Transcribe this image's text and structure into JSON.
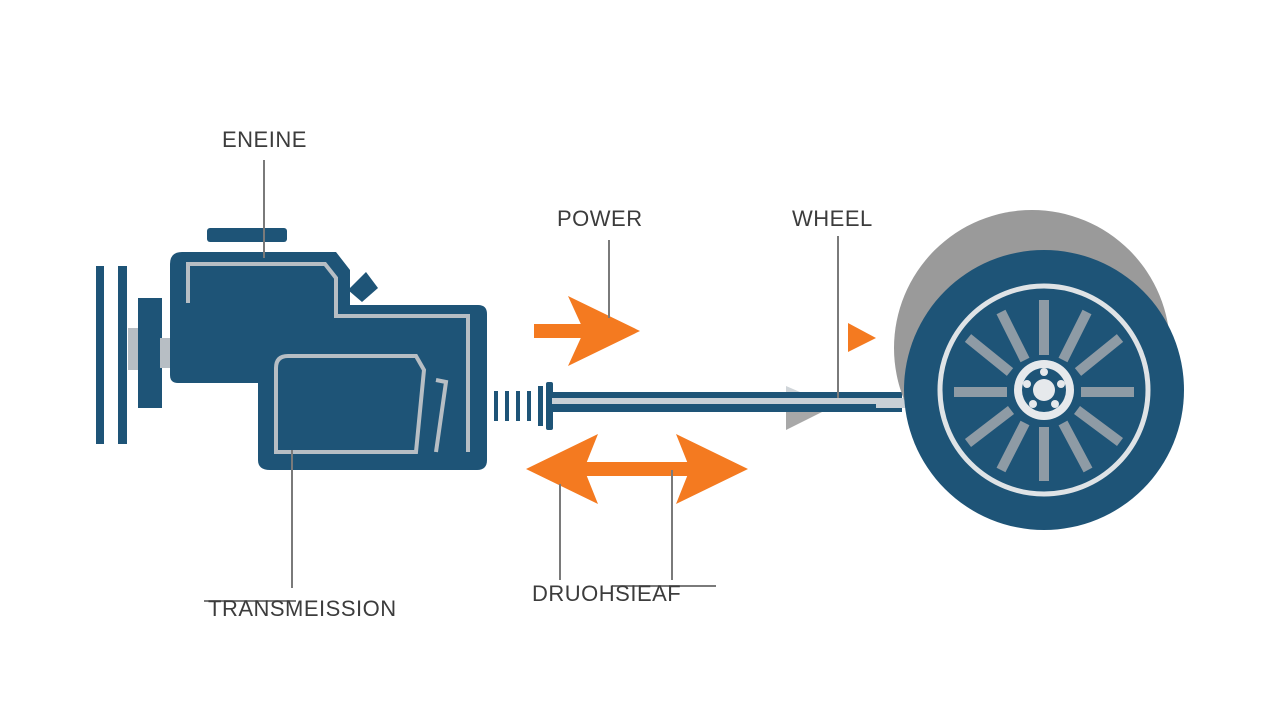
{
  "labels": {
    "engine": "ENEINE",
    "power": "POWER",
    "wheel": "WHEEL",
    "transmission": "TRANSMEISSION",
    "driveshaft": "DRUOHSIEAF"
  },
  "colors": {
    "navy": "#1e5477",
    "orange": "#f47a20",
    "gray": "#9a9a9a",
    "light": "#b7bec4",
    "text": "#3c3c3c",
    "background": "#ffffff"
  },
  "icons": {
    "engine": "engine-block",
    "transmission": "transmission-housing",
    "wheel": "wheel-with-spokes",
    "power-arrow": "right-arrow",
    "driveshaft-arrow": "double-headed-arrow"
  }
}
